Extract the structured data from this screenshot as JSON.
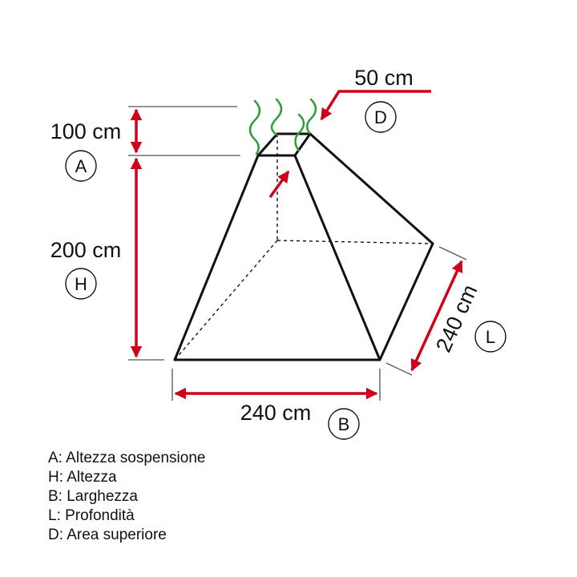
{
  "colors": {
    "arrow": "#d0021b",
    "steam": "#2e9e3a",
    "outline": "#111111"
  },
  "dimensions": {
    "top_width": "50 cm",
    "suspension_height": "100 cm",
    "height": "200 cm",
    "width": "240 cm",
    "depth": "240 cm"
  },
  "badges": {
    "A": "A",
    "H": "H",
    "B": "B",
    "L": "L",
    "D": "D"
  },
  "legend": [
    "A: Altezza sospensione",
    "H: Altezza",
    "B: Larghezza",
    "L: Profondità",
    "D: Area superiore"
  ]
}
